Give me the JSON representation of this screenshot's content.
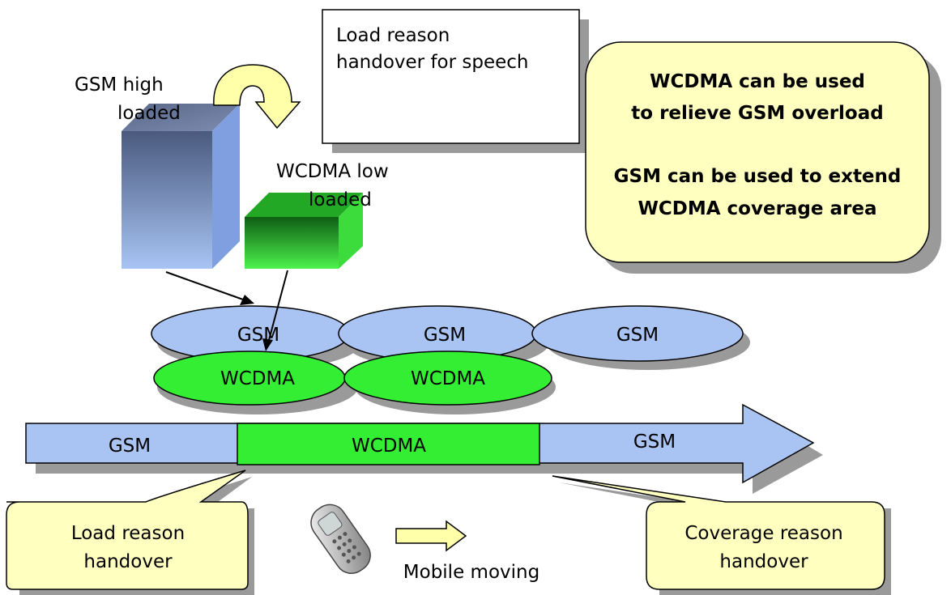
{
  "colors": {
    "gsm": "#a9c3f2",
    "wcdma": "#33ee33",
    "callout": "#ffffc0",
    "shadow": "#9a9a9a",
    "outline": "#000000"
  },
  "labels": {
    "gsm_high": [
      "GSM  high",
      "loaded"
    ],
    "wcdma_low": [
      "WCDMA  low",
      "loaded"
    ],
    "load_reason_box": [
      "Load reason",
      "handover for speech"
    ],
    "info_box": [
      "WCDMA can be used",
      "to relieve GSM overload",
      "",
      "GSM can be used to extend",
      "WCDMA coverage area"
    ],
    "load_callout": [
      "Load reason",
      "handover"
    ],
    "coverage_callout": [
      "Coverage reason",
      "handover"
    ],
    "mobile_moving": "Mobile moving"
  },
  "cells": {
    "gsm": [
      "GSM",
      "GSM",
      "GSM"
    ],
    "wcdma": [
      "WCDMA",
      "WCDMA"
    ]
  },
  "path": {
    "segments": [
      "GSM",
      "WCDMA",
      "GSM"
    ]
  },
  "icons": {
    "handover_arrow": "curved-arrow-icon",
    "phone": "mobile-phone-icon",
    "direction": "right-arrow-icon"
  }
}
